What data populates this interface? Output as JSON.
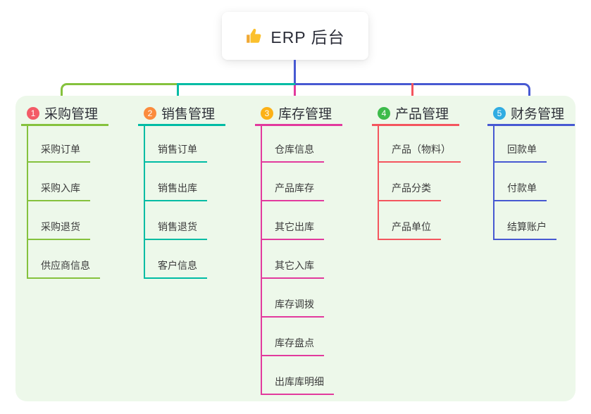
{
  "root": {
    "icon": "thumbs-up",
    "label": "ERP 后台"
  },
  "panel": {
    "bg": "#edf8ea"
  },
  "connector": {
    "green": "#85c23d",
    "teal": "#00bca4",
    "blue": "#4759d2",
    "magenta": "#e23a9d",
    "red": "#f4555e"
  },
  "branches": [
    {
      "num": "1",
      "label": "采购管理",
      "badge_color": "#f35b67",
      "line_color": "#85c23d",
      "children": [
        "采购订单",
        "采购入库",
        "采购退货",
        "供应商信息"
      ]
    },
    {
      "num": "2",
      "label": "销售管理",
      "badge_color": "#fb8b3d",
      "line_color": "#00bca4",
      "children": [
        "销售订单",
        "销售出库",
        "销售退货",
        "客户信息"
      ]
    },
    {
      "num": "3",
      "label": "库存管理",
      "badge_color": "#fcb117",
      "line_color": "#e23a9d",
      "children": [
        "仓库信息",
        "产品库存",
        "其它出库",
        "其它入库",
        "库存调拨",
        "库存盘点",
        "出库库明细"
      ]
    },
    {
      "num": "4",
      "label": "产品管理",
      "badge_color": "#3dbb4b",
      "line_color": "#f4555e",
      "children": [
        "产品（物料）",
        "产品分类",
        "产品单位"
      ]
    },
    {
      "num": "5",
      "label": "财务管理",
      "badge_color": "#30ace2",
      "line_color": "#4759d2",
      "children": [
        "回款单",
        "付款单",
        "结算账户"
      ]
    }
  ]
}
